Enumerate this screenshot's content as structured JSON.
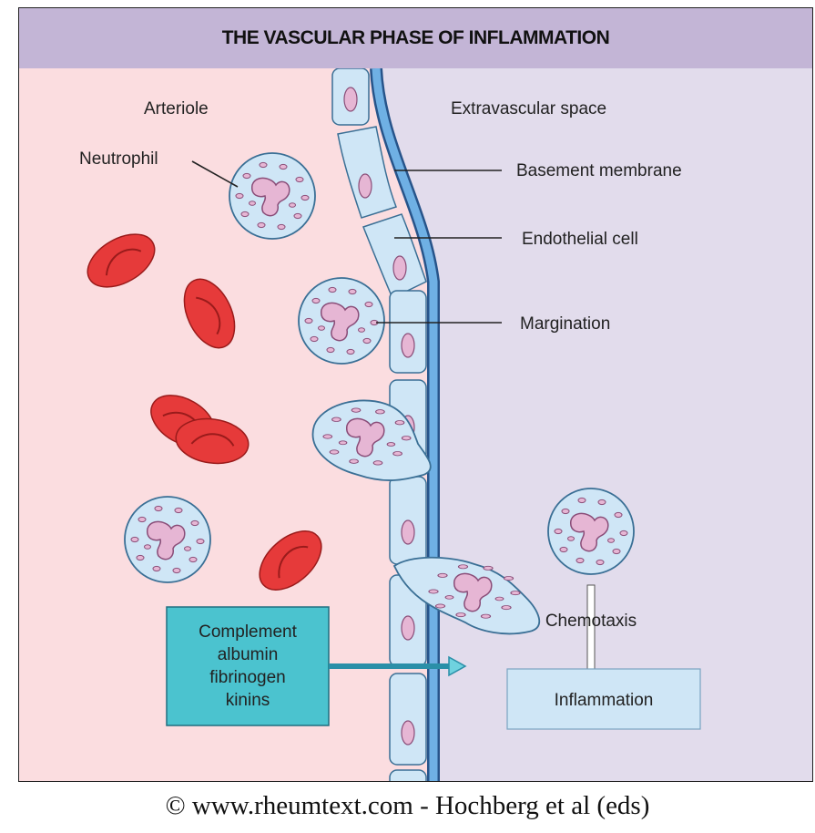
{
  "title": "THE VASCULAR PHASE OF INFLAMMATION",
  "regions": {
    "left": "Arteriole",
    "right": "Extravascular space"
  },
  "labels": {
    "neutrophil": "Neutrophil",
    "basement_membrane": "Basement membrane",
    "endothelial_cell": "Endothelial cell",
    "margination": "Margination",
    "chemotaxis": "Chemotaxis",
    "inflammation": "Inflammation"
  },
  "plasma_proteins": [
    "Complement",
    "albumin",
    "fibrinogen",
    "kinins"
  ],
  "footer": "© www.rheumtext.com - Hochberg et al (eds)",
  "colors": {
    "header": "#c3b5d6",
    "arteriole_bg": "#fbdde0",
    "extravascular_bg": "#e2dcec",
    "membrane": "#5b9bd5",
    "endothelium": "#cfe6f6",
    "red_cell": "#e63a3a",
    "neutrophil_nucleus": "#e6b6d4",
    "protein_box": "#4bc3cf",
    "inflammation_box": "#cfe6f6"
  }
}
